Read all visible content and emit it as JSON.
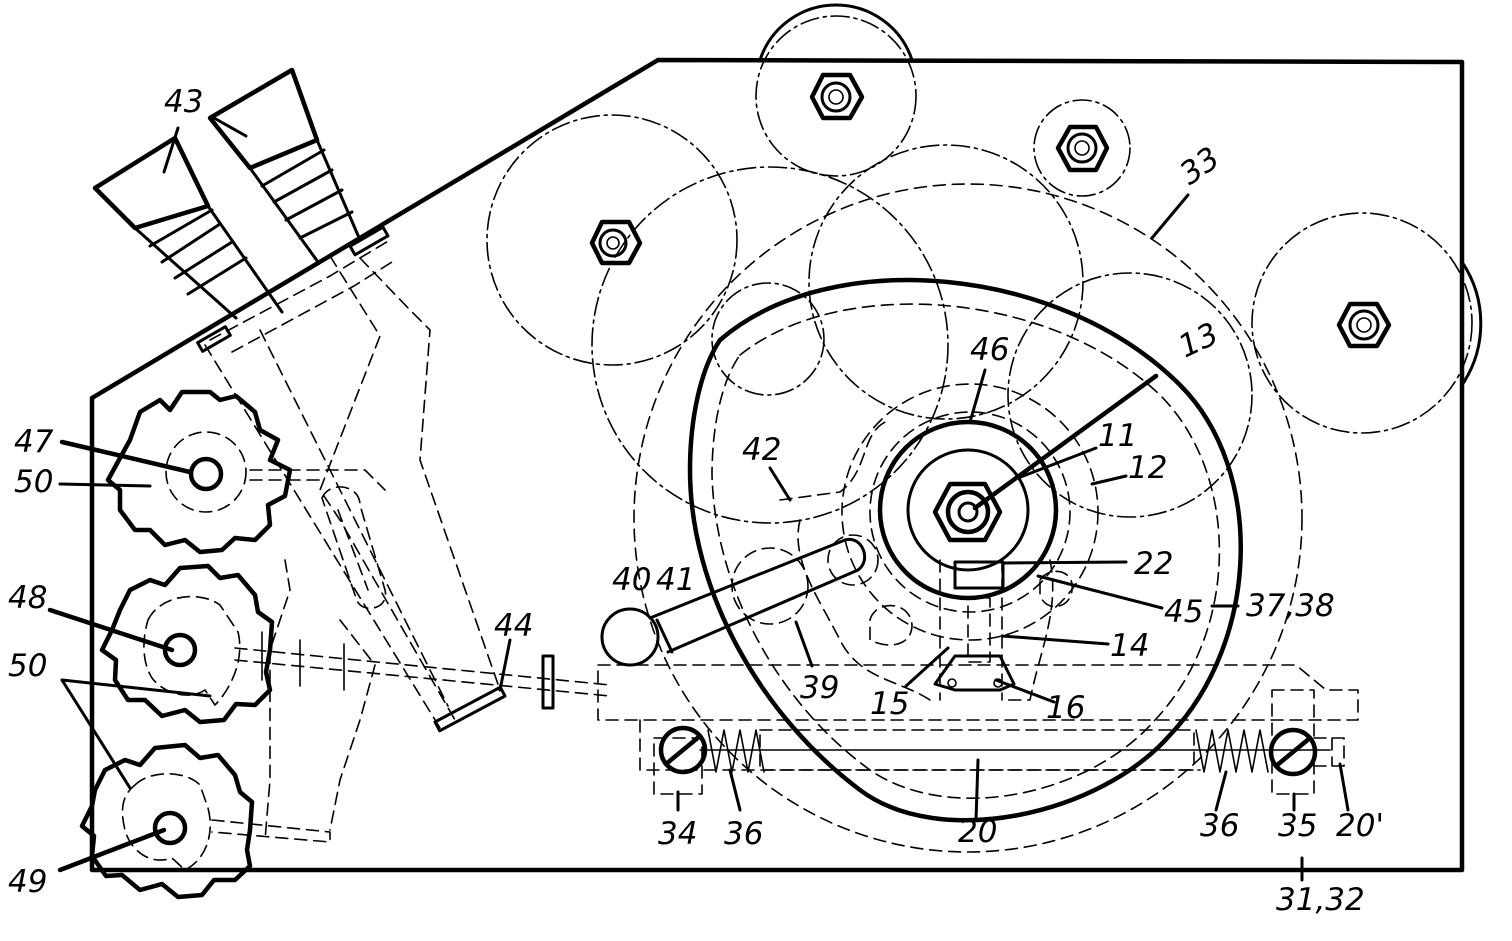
{
  "figure": {
    "labels": {
      "l43": "43",
      "l33": "33",
      "l13": "13",
      "l46": "46",
      "l11": "11",
      "l12": "12",
      "l42": "42",
      "l47": "47",
      "l50a": "50",
      "l22": "22",
      "l45": "45",
      "l3738": "37,38",
      "l40": "40",
      "l41": "41",
      "l14": "14",
      "l48": "48",
      "l44": "44",
      "l50b": "50",
      "l39": "39",
      "l15": "15",
      "l16": "16",
      "l34": "34",
      "l36a": "36",
      "l20": "20",
      "l36b": "36",
      "l35": "35",
      "l20p": "20'",
      "l49": "49",
      "l3132": "31,32"
    }
  }
}
